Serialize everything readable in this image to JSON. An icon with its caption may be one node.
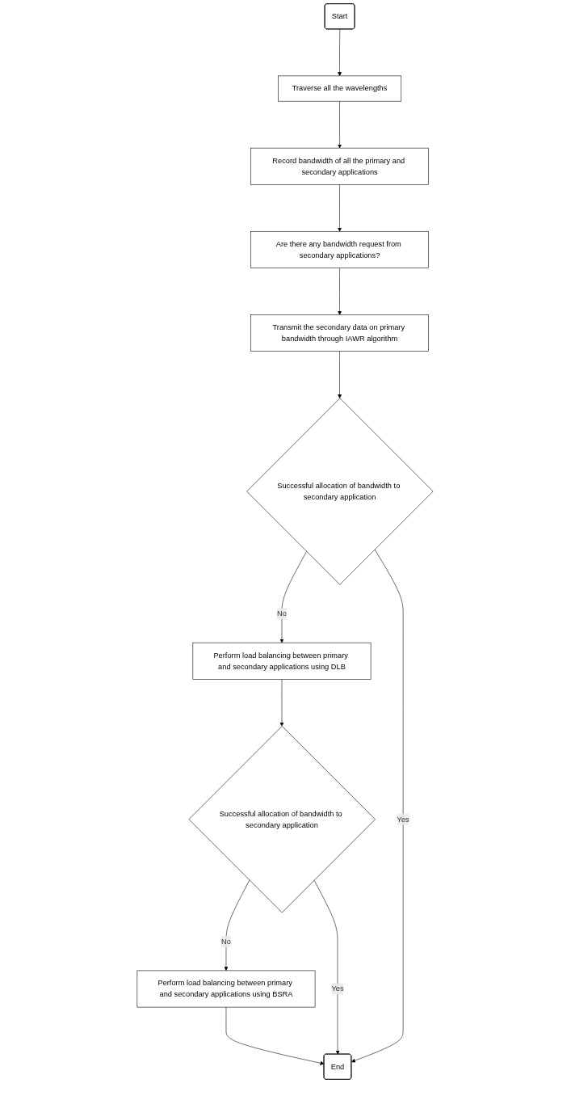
{
  "diagram": {
    "nodes": [
      {
        "text": [
          "Start"
        ]
      },
      {
        "text": [
          "Traverse all the wavelengths"
        ]
      },
      {
        "text": [
          "Record bandwidth of all the primary and secondary applications"
        ]
      },
      {
        "text": [
          "Are there any bandwidth request from secondary applications?"
        ]
      },
      {
        "text": [
          "Transmit the secondary data on primary bandwidth through IAWR algorithm"
        ]
      },
      {
        "text": [
          "Successful allocation of bandwidth to secondary application"
        ]
      },
      {
        "text": [
          "Perform load balancing between primary and secondary applications using DLB"
        ]
      },
      {
        "text": [
          "Successful allocation of bandwidth to secondary application"
        ]
      },
      {
        "text": [
          "Perform load balancing between primary and secondary applications using BSRA"
        ]
      },
      {
        "text": [
          "End"
        ]
      }
    ],
    "edges": [
      {
        "from": 0,
        "to": 1,
        "arrow": "to"
      },
      {
        "from": 1,
        "to": 2,
        "arrow": "to"
      },
      {
        "from": 2,
        "to": 3,
        "arrow": "to"
      },
      {
        "from": 3,
        "to": 4,
        "arrow": "to"
      },
      {
        "from": 4,
        "to": 5,
        "arrow": "to"
      },
      {
        "from": 5,
        "to": 6,
        "label": "No",
        "arrow": "to"
      },
      {
        "from": 6,
        "to": 7,
        "arrow": "to"
      },
      {
        "from": 7,
        "to": 8,
        "label": "No",
        "arrow": "to"
      },
      {
        "from": 8,
        "to": 9,
        "arrow": "to"
      },
      {
        "from": 5,
        "to": 9,
        "label": "Yes",
        "arrow": "to"
      },
      {
        "from": 7,
        "to": 9,
        "label": "Yes",
        "arrow": "to"
      }
    ]
  }
}
